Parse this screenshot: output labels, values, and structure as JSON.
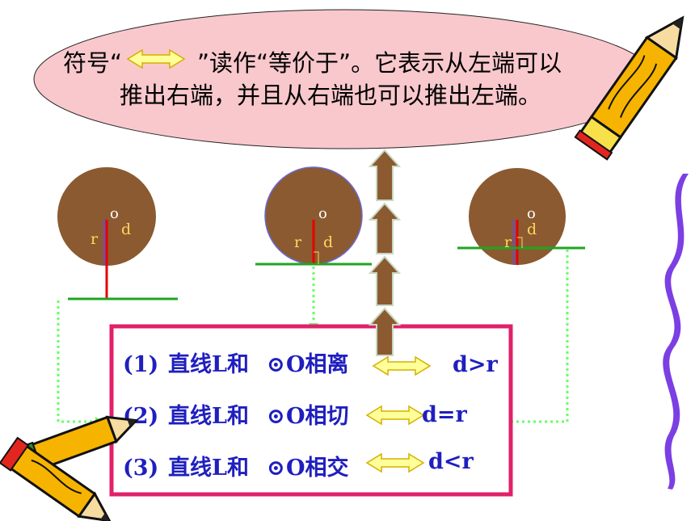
{
  "callout": {
    "line1_a": "符号“",
    "line1_b": "”读作“等价于”。它表示从左端可以",
    "line2": "推出右端，并且从右端也可以推出左端。"
  },
  "circles": [
    {
      "center_label": "o",
      "radius_label": "r",
      "distance_label": "d"
    },
    {
      "center_label": "o",
      "radius_label": "r",
      "distance_label": "d"
    },
    {
      "center_label": "o",
      "radius_label": "r",
      "distance_label": "d"
    }
  ],
  "relations": [
    {
      "number": "(1)",
      "text": "直线L和",
      "symbol": "⊙",
      "after": "O相离",
      "condition": "d>r"
    },
    {
      "number": "(2)",
      "text": "直线L和",
      "symbol": "⊙",
      "after": "O相切",
      "condition": "d=r"
    },
    {
      "number": "(3)",
      "text": "直线L和",
      "symbol": "⊙",
      "after": "O相交",
      "condition": "d<r"
    }
  ],
  "colors": {
    "callout_fill": "#f9c8cc",
    "circle_fill": "#8b5a30",
    "line_green": "#1fa51f",
    "radius_red": "#e60000",
    "box_border": "#e0206a",
    "relation_text": "#1f1fbf",
    "arrow_yellow": "#ffff99",
    "arrow_brown": "#8b5a30",
    "dotted_green": "#66ff66",
    "ribbon_purple": "#7b3fe4"
  }
}
